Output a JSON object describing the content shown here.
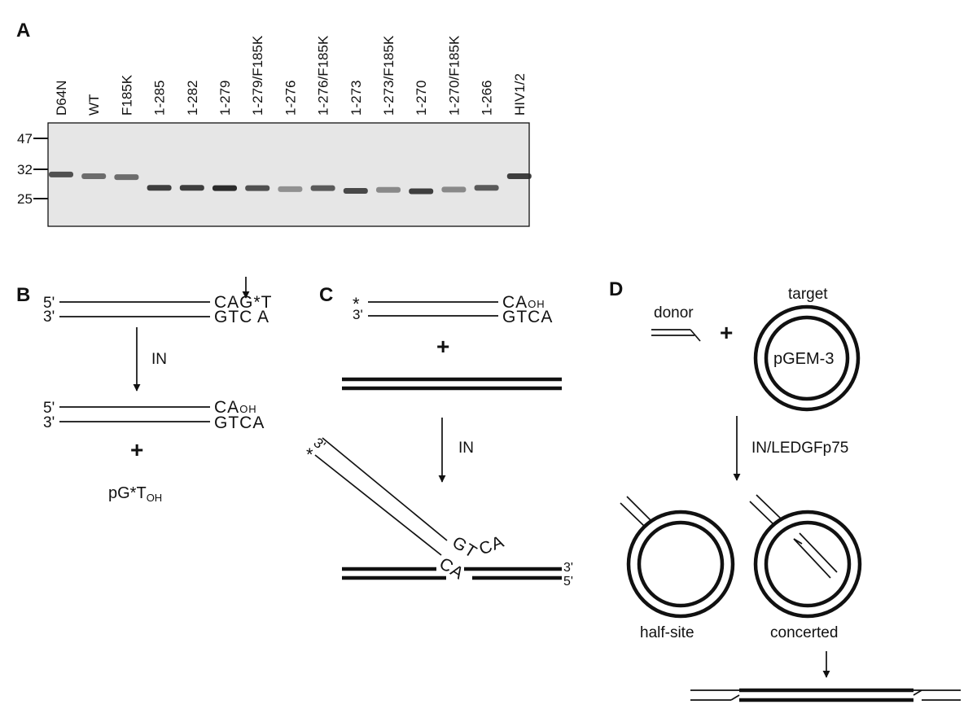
{
  "panels": {
    "a": "A",
    "b": "B",
    "c": "C",
    "d": "D"
  },
  "gel": {
    "lanes": [
      "D64N",
      "WT",
      "F185K",
      "1-285",
      "1-282",
      "1-279",
      "1-279/F185K",
      "1-276",
      "1-276/F185K",
      "1-273",
      "1-273/F185K",
      "1-270",
      "1-270/F185K",
      "1-266",
      "HIV1/2"
    ],
    "markers": [
      "47",
      "32",
      "25"
    ],
    "band_mw": [
      32.2,
      31.6,
      31.3,
      28.0,
      28.0,
      27.9,
      27.9,
      27.6,
      27.9,
      27.1,
      27.4,
      27.0,
      27.5,
      28.0,
      31.6
    ],
    "band_intensity": [
      0.8,
      0.65,
      0.65,
      0.9,
      0.9,
      1.0,
      0.8,
      0.45,
      0.75,
      0.85,
      0.5,
      0.9,
      0.5,
      0.75,
      0.9
    ],
    "colors": {
      "background": "#e6e6e6",
      "band": "#2b2b2b"
    }
  },
  "panel_b": {
    "top_5prime": "5'",
    "top_3prime": "3'",
    "top_seq": "CAG*T",
    "bottom_seq": "GTC A",
    "enzyme": "IN",
    "product_5prime": "5'",
    "product_3prime": "3'",
    "product_seq": "CA",
    "product_seq_sub": "OH",
    "product_bottom": "GTCA",
    "plus": "+",
    "released": "pG*T",
    "released_sub": "OH"
  },
  "panel_c": {
    "star": "*",
    "prime3": "3'",
    "top_seq": "CA",
    "top_sub": "OH",
    "bottom_seq": "GTCA",
    "plus": "+",
    "enzyme": "IN",
    "product_star": "*",
    "product_3prime": "3'",
    "product_gt": "GT",
    "product_ca_upper": "CA",
    "product_ca_lower": "CA",
    "target_3prime": "3'",
    "target_5prime": "5'"
  },
  "panel_d": {
    "donor": "donor",
    "plus": "+",
    "target": "target",
    "plasmid": "pGEM-3",
    "enzyme": "IN/LEDGFp75",
    "half_site": "half-site",
    "concerted": "concerted"
  }
}
